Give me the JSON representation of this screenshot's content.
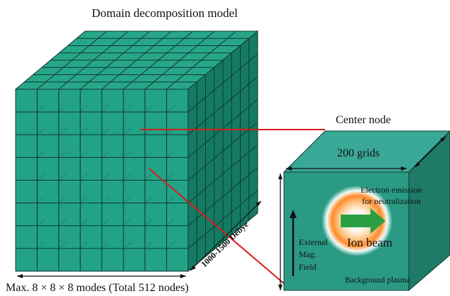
{
  "title": "Domain decomposition model",
  "center_node_label": "Center node",
  "grids_label": "200 grids",
  "electron_emission_line1": "Electron emission",
  "electron_emission_line2": "for neutralization",
  "external_field_line1": "External",
  "external_field_line2": "Mag.",
  "external_field_line3": "Field",
  "ion_beam_label": "Ion beam",
  "background_plasma_label": "Background plasma",
  "debye_label": "1000-1500 Debye",
  "bottom_caption": "Max. 8 × 8 × 8 modes (Total 512 nodes)",
  "colors": {
    "cube_fill": "#1e9e82",
    "cube_front": "#22a388",
    "cube_side": "#157a63",
    "grid_line": "#0f3a30",
    "node_face": "#2a9a85",
    "node_top": "#3aa896",
    "node_side": "#207a68",
    "connector": "#d81c1c",
    "beam_arrow": "#2aa043",
    "glow": "#ff7a10"
  },
  "grid_divisions": 8
}
